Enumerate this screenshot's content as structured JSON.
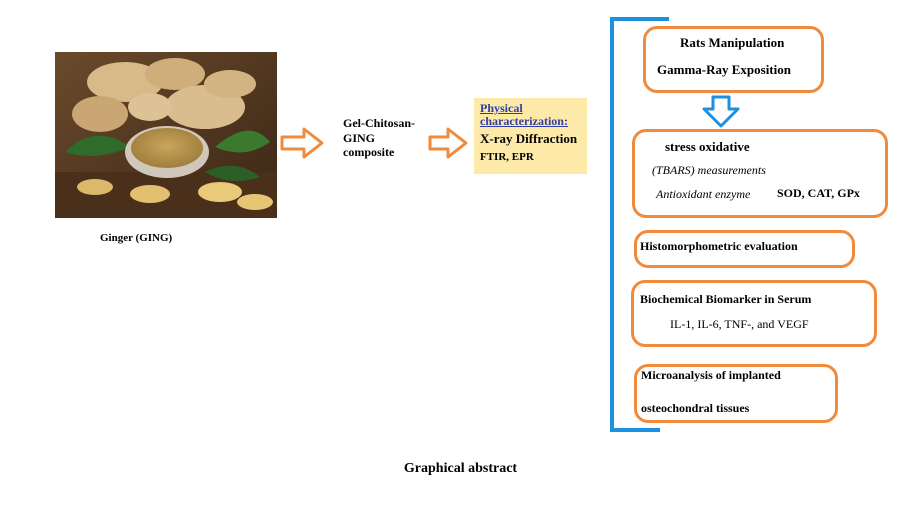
{
  "ginger_caption": "Ginger (GING)",
  "composite": {
    "line1": "Gel-Chitosan-",
    "line2": "GING",
    "line3": "composite"
  },
  "physical": {
    "heading_line1": "Physical",
    "heading_line2": "characterization:",
    "xray": "X-ray Diffraction",
    "ftir": "FTIR, EPR"
  },
  "boxes": {
    "rats": {
      "line1": "Rats Manipulation",
      "line2": "Gamma-Ray  Exposition"
    },
    "stress": {
      "title": "stress oxidative",
      "tbars": "(TBARS) measurements",
      "antioxidant": "Antioxidant enzyme",
      "enzymes": "SOD, CAT, GPx"
    },
    "histo": {
      "title": "Histomorphometric  evaluation"
    },
    "biochem": {
      "title": "Biochemical  Biomarker  in  Serum",
      "markers": "IL-1, IL-6, TNF-, and  VEGF"
    },
    "micro": {
      "line1": "Microanalysis of implanted",
      "line2": "osteochondral tissues"
    }
  },
  "footer": "Graphical abstract",
  "colors": {
    "box_border": "#f28a3c",
    "bracket": "#1e90e0",
    "down_arrow": "#1e90e0",
    "char_box_bg": "#fde9a8",
    "char_heading": "#2f3fa8"
  }
}
